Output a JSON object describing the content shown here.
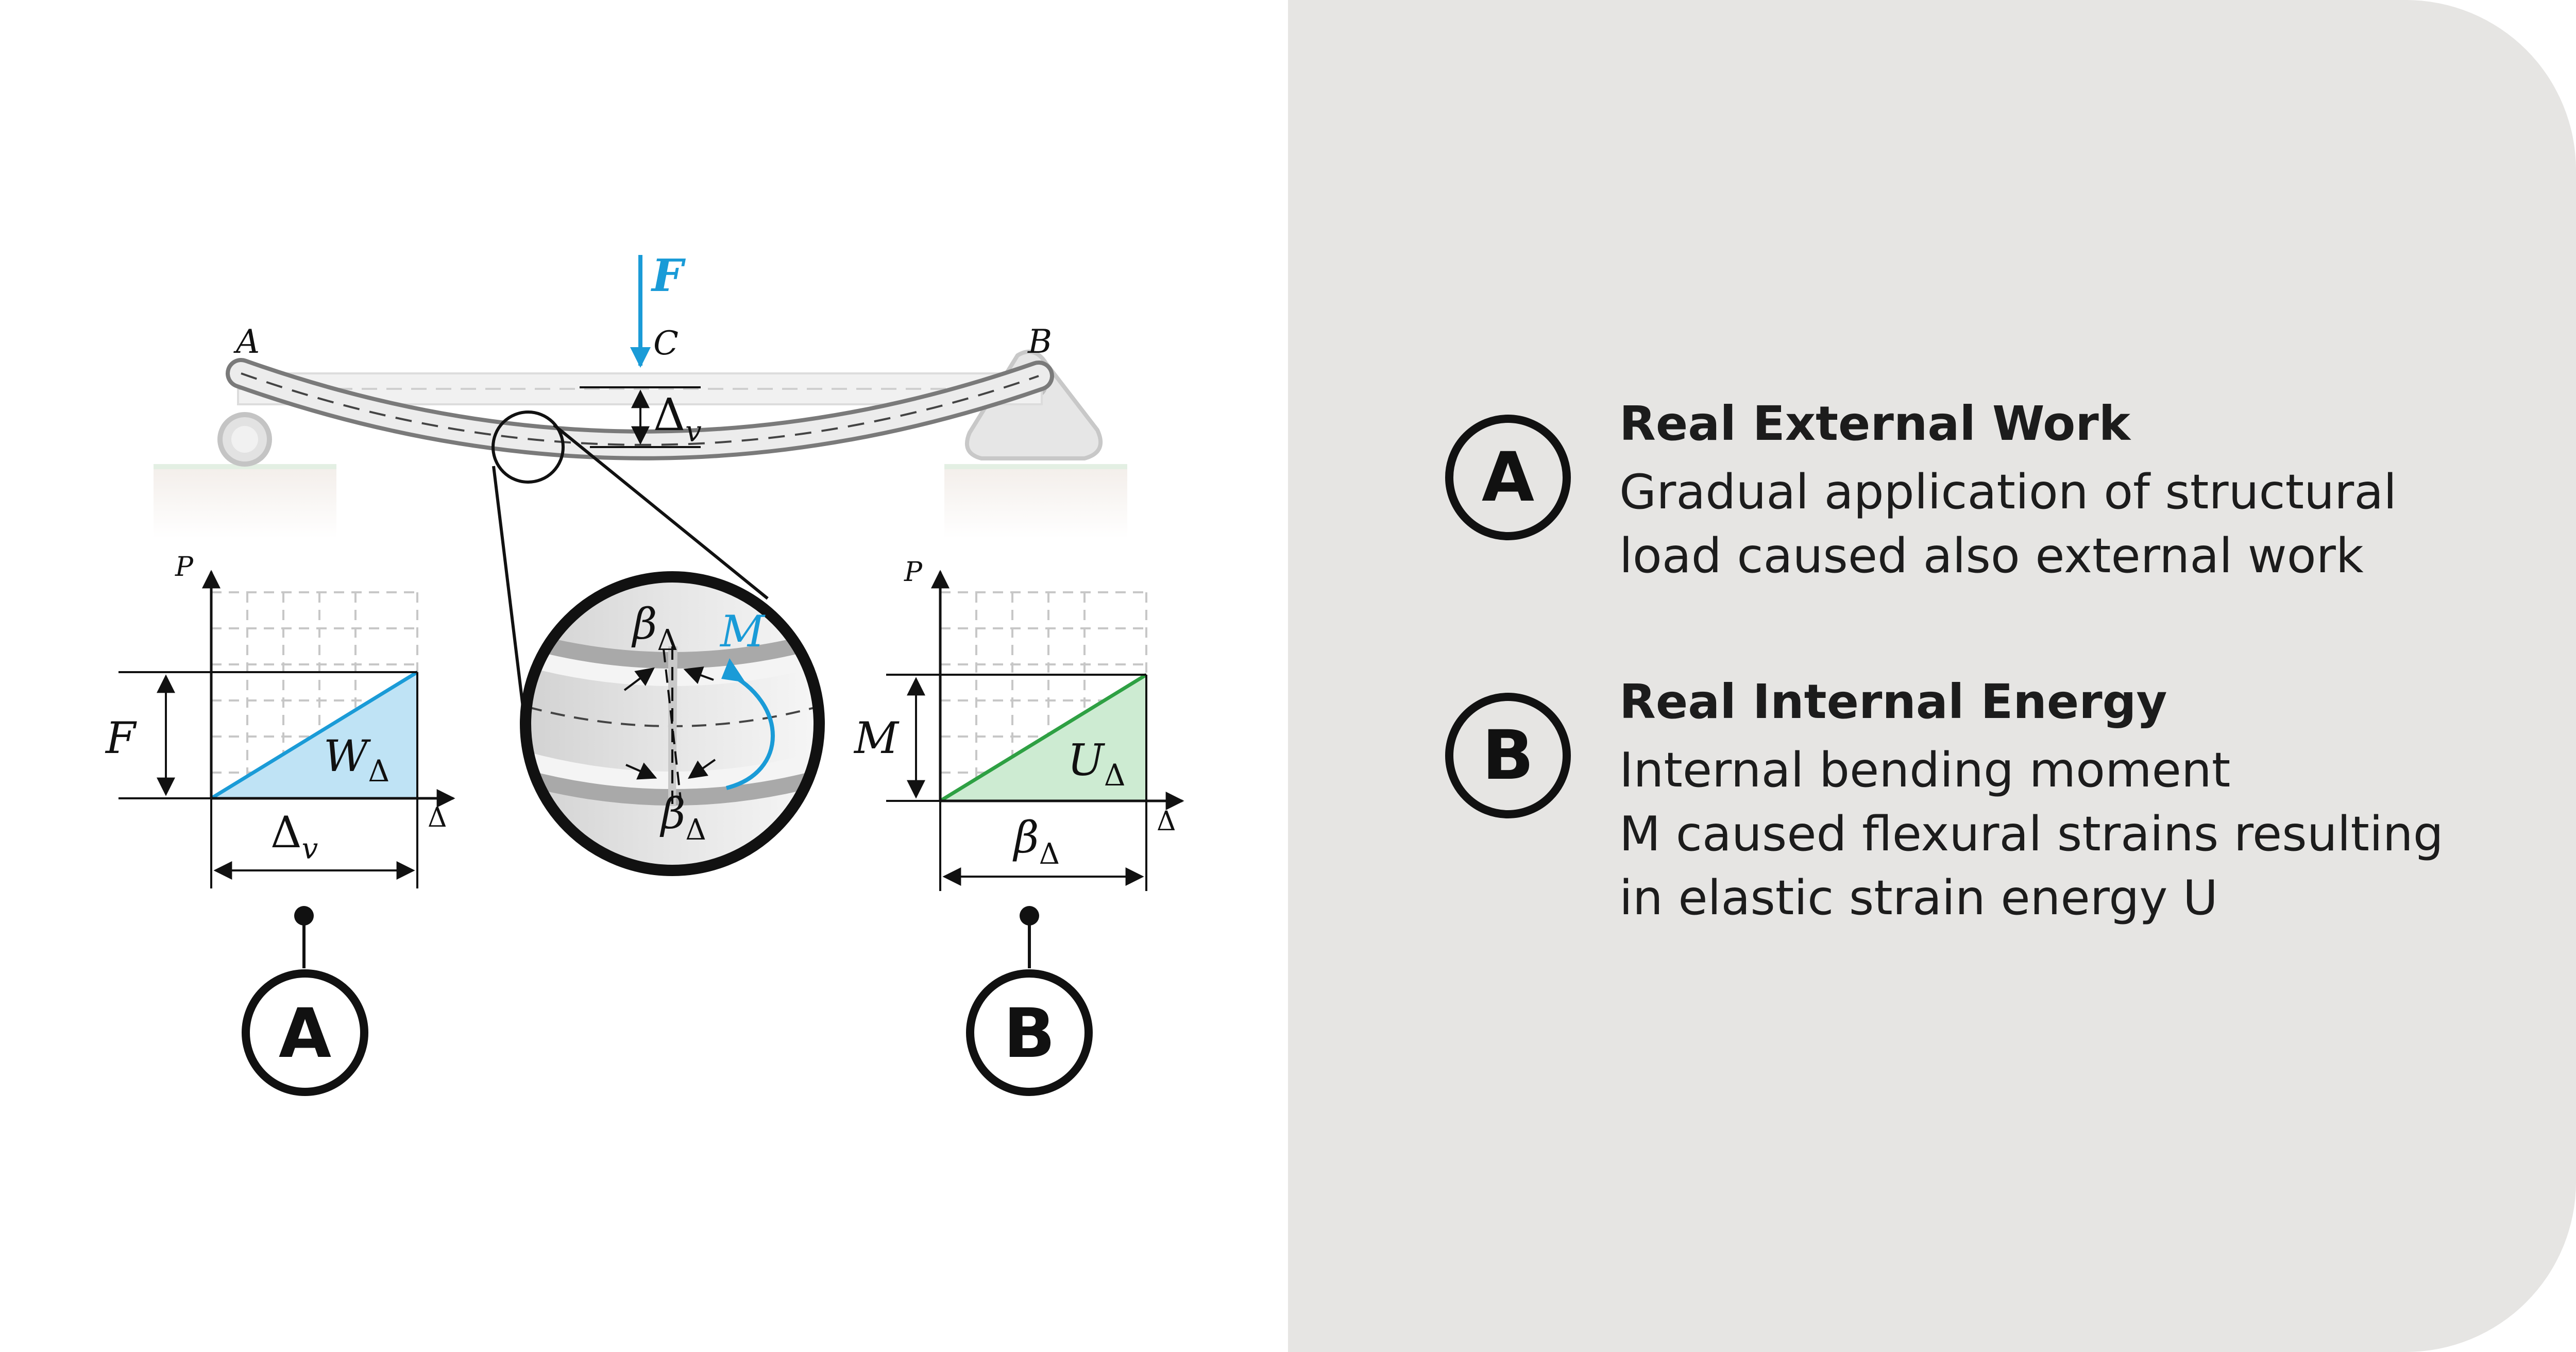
{
  "beam": {
    "support_a": "A",
    "support_b": "B",
    "load_point": "C",
    "force_label": "F",
    "deflection_symbol": "Δ",
    "deflection_subscript": "v"
  },
  "detail": {
    "rotation_symbol": "β",
    "rotation_subscript": "Δ",
    "moment_label": "M"
  },
  "graph_a": {
    "y_axis_label": "P",
    "x_axis_label": "Δ",
    "height_label": "F",
    "area_symbol": "W",
    "area_subscript": "Δ",
    "width_symbol": "Δ",
    "width_subscript": "v",
    "badge": "A"
  },
  "graph_b": {
    "y_axis_label": "P",
    "x_axis_label": "Δ",
    "height_label": "M",
    "area_symbol": "U",
    "area_subscript": "Δ",
    "width_symbol": "β",
    "width_subscript": "Δ",
    "badge": "B"
  },
  "legend": [
    {
      "badge": "A",
      "title": "Real External Work",
      "lines": [
        "Gradual application of structural",
        "load caused also external work"
      ]
    },
    {
      "badge": "B",
      "title": "Real Internal Energy",
      "lines": [
        "Internal bending moment",
        "M caused flexural strains resulting",
        "in elastic strain energy U"
      ]
    }
  ],
  "colors": {
    "accent_blue": "#1a9bd7",
    "accent_green": "#2ea043",
    "fill_blue": "#bfe3f5",
    "fill_green": "#cdebd2",
    "panel_bg": "#e6e5e3",
    "ink": "#111111"
  }
}
